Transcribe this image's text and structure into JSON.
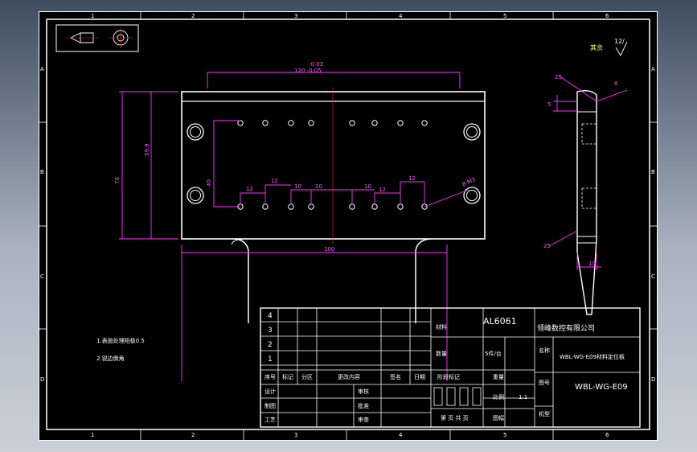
{
  "colors": {
    "background": "#000000",
    "outline": "#ffffff",
    "dimension": "#ff33ff",
    "centerline": "#ff2222",
    "note": "#ffff66"
  },
  "border": {
    "columns": [
      "1",
      "2",
      "3",
      "4",
      "5",
      "6"
    ],
    "rows": [
      "A",
      "B",
      "C",
      "D"
    ]
  },
  "roughness": {
    "label": "其余",
    "value": "12/"
  },
  "dimensions": {
    "top_tol_upper": "-0.03",
    "top_width": "120 -0.05",
    "height_70": "70",
    "height_59": "59.9",
    "width_100": "100",
    "spacing_40": "40",
    "spacing_12a": "12",
    "spacing_12b": "12",
    "spacing_10a": "10",
    "spacing_20": "20",
    "spacing_10b": "10",
    "spacing_12c": "12",
    "spacing_12d": "12",
    "holes": "8-M3",
    "side_5": "5",
    "side_25_top": "25",
    "side_8": "8",
    "side_25_bot": "25",
    "side_10": "10"
  },
  "notes": [
    "1.表面处理阳极0.5",
    "2.锐边倒角"
  ],
  "title_block": {
    "revision_rows": [
      "4",
      "3",
      "2",
      "1"
    ],
    "header": [
      "序号",
      "标记",
      "分区",
      "更改内容",
      "签名",
      "日期"
    ],
    "roles": [
      "设计",
      "制图",
      "工艺"
    ],
    "check_roles": [
      "审核",
      "批准",
      "审查"
    ],
    "material_label": "材料",
    "material": "AL6061",
    "company": "领峰数控有限公司",
    "quantity_label": "数量",
    "quantity": "5件/台",
    "name_label": "名称",
    "part_name": "WBL-WG-E09材料定位板",
    "stage_label": "阶段标记",
    "weight_label": "重量",
    "scale_label": "比例",
    "scale": "1:1",
    "drawing_no_label": "图号",
    "drawing_no": "WBL-WG-E09",
    "sheet_label": "第 页 共 页",
    "format_label": "图幅",
    "model_label": "机型"
  }
}
